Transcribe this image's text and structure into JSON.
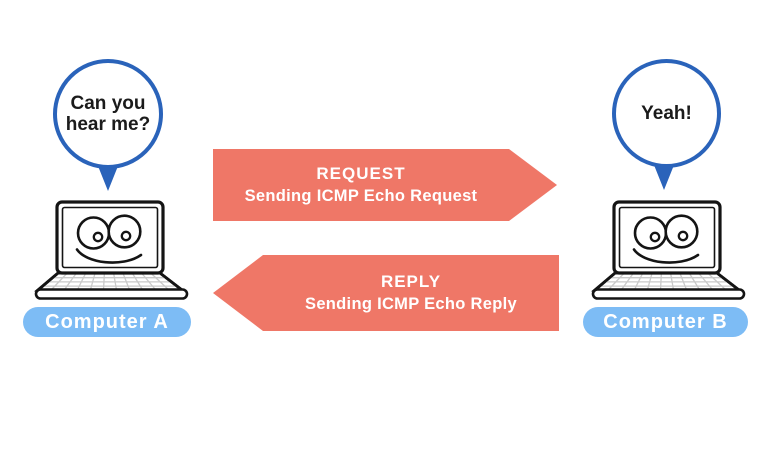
{
  "colors": {
    "coral": "#ef7767",
    "bubble_blue": "#2a63ba",
    "label_blue": "#7dbcf5",
    "ink": "#141414",
    "text_dark": "#1b1b1b"
  },
  "bubble_a": {
    "text": "Can you hear me?"
  },
  "bubble_b": {
    "text": "Yeah!"
  },
  "arrow_request": {
    "title": "REQUEST",
    "subtitle": "Sending ICMP Echo Request"
  },
  "arrow_reply": {
    "title": "REPLY",
    "subtitle": "Sending ICMP Echo Reply"
  },
  "label_a": {
    "text": "Computer A"
  },
  "label_b": {
    "text": "Computer B"
  }
}
